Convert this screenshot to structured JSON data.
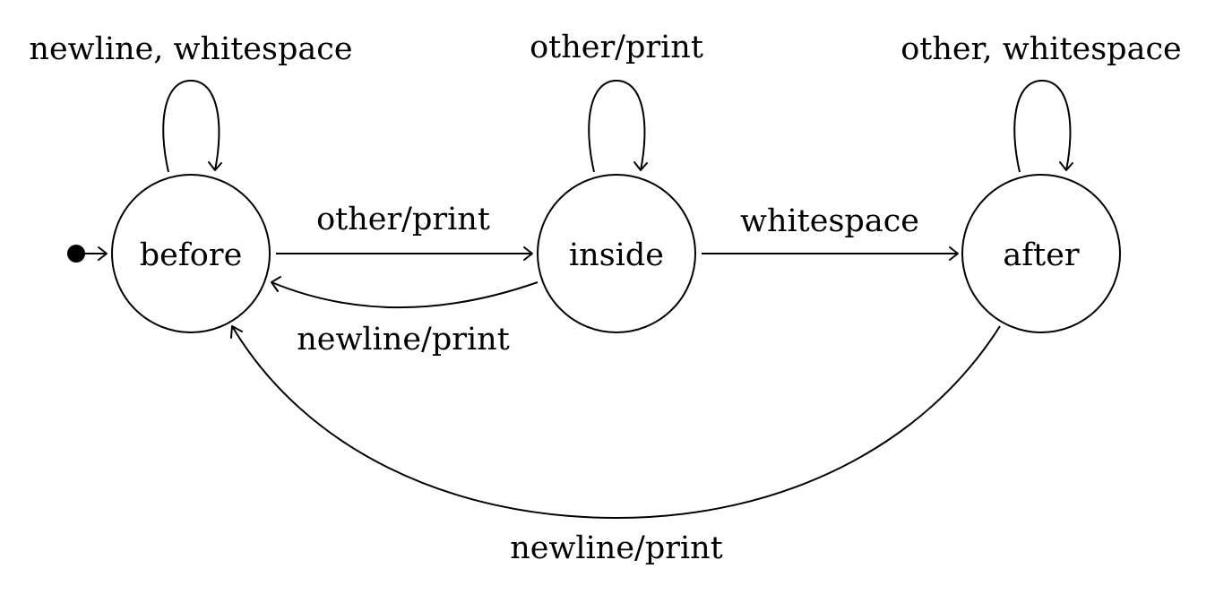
{
  "states": {
    "before": "before",
    "inside": "inside",
    "after": "after"
  },
  "initial_state": "before",
  "transitions": [
    {
      "id": "before-loop",
      "from": "before",
      "to": "before",
      "label": "newline, whitespace"
    },
    {
      "id": "inside-loop",
      "from": "inside",
      "to": "inside",
      "label": "other/print"
    },
    {
      "id": "after-loop",
      "from": "after",
      "to": "after",
      "label": "other, whitespace"
    },
    {
      "id": "before-to-inside",
      "from": "before",
      "to": "inside",
      "label": "other/print"
    },
    {
      "id": "inside-to-before",
      "from": "inside",
      "to": "before",
      "label": "newline/print"
    },
    {
      "id": "inside-to-after",
      "from": "inside",
      "to": "after",
      "label": "whitespace"
    },
    {
      "id": "after-to-before",
      "from": "after",
      "to": "before",
      "label": "newline/print"
    }
  ],
  "colors": {
    "stroke": "#000000",
    "background": "#ffffff"
  }
}
